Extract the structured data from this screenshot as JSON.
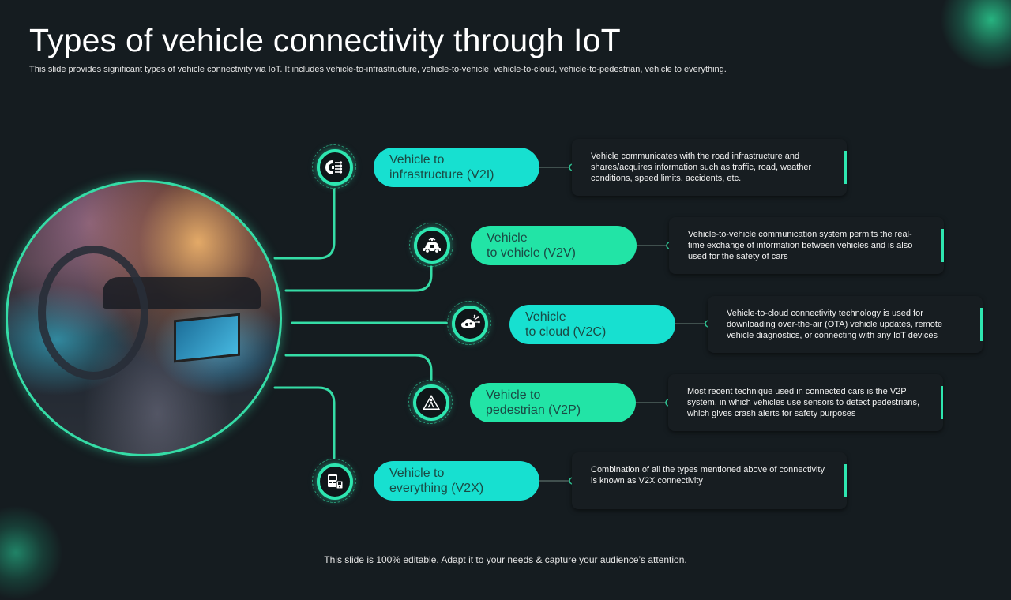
{
  "slide": {
    "title": "Types of vehicle connectivity through IoT",
    "subtitle": "This slide provides significant types of vehicle connectivity via IoT. It includes vehicle-to-infrastructure, vehicle-to-vehicle, vehicle-to-cloud, vehicle-to-pedestrian, vehicle to everything.",
    "footer": "This slide is 100% editable. Adapt it to your needs & capture your audience’s attention."
  },
  "colors": {
    "background": "#151c20",
    "accent_line": "#35dca6",
    "pill_cyan": "#17e0d0",
    "pill_green": "#22e4a6",
    "pill_text": "#1a4a44",
    "card": "#171d21"
  },
  "items": [
    {
      "icon": "gear-circuit-icon",
      "label_line1": "Vehicle to",
      "label_line2": "infrastructure (V2I)",
      "description": "Vehicle communicates with the road infrastructure and shares/acquires information such as traffic, road, weather conditions, speed limits, accidents, etc."
    },
    {
      "icon": "car-icon",
      "label_line1": "Vehicle",
      "label_line2": "to vehicle (V2V)",
      "description": "Vehicle-to-vehicle communication system permits the real-time exchange of information between vehicles and is also used for the safety of cars"
    },
    {
      "icon": "cloud-network-icon",
      "label_line1": "Vehicle",
      "label_line2": "to cloud (V2C)",
      "description": "Vehicle-to-cloud connectivity technology is used for downloading over-the-air (OTA) vehicle updates, remote vehicle diagnostics, or connecting with any IoT devices"
    },
    {
      "icon": "pedestrian-sign-icon",
      "label_line1": "Vehicle to",
      "label_line2": "pedestrian (V2P)",
      "description": "Most recent technique used in connected cars is the V2P system, in which vehicles use sensors to detect pedestrians, which gives crash alerts for safety purposes"
    },
    {
      "icon": "devices-network-icon",
      "label_line1": "Vehicle to",
      "label_line2": "everything (V2X)",
      "description": "Combination of all the types mentioned above of connectivity is known as V2X connectivity"
    }
  ]
}
